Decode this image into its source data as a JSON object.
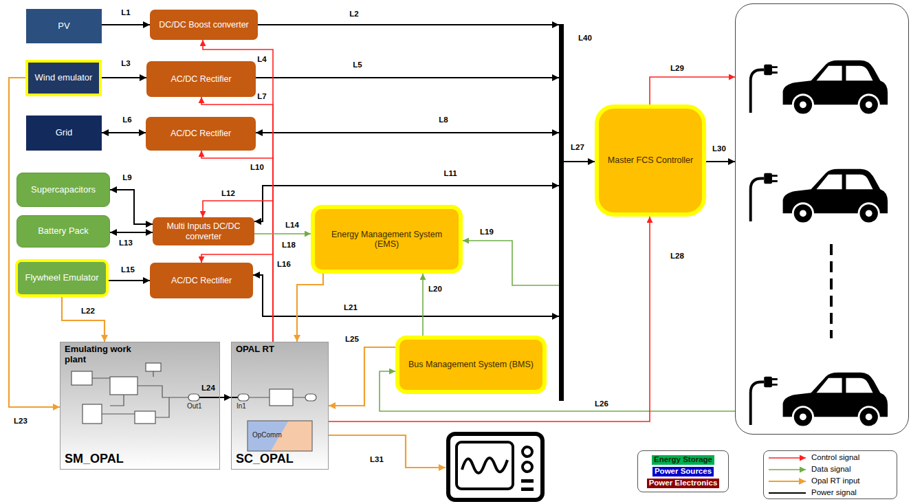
{
  "diagram": {
    "nodes": [
      {
        "text": [
          "PV"
        ]
      },
      {
        "text": [
          "DC/DC Boost converter"
        ]
      },
      {
        "text": [
          "Wind emulator"
        ]
      },
      {
        "text": [
          "AC/DC Rectifier"
        ]
      },
      {
        "text": [
          "Grid"
        ]
      },
      {
        "text": [
          "AC/DC Rectifier"
        ]
      },
      {
        "text": [
          "Supercapacitors"
        ]
      },
      {
        "text": [
          "Battery Pack"
        ]
      },
      {
        "text": [
          "Multi Inputs DC/DC converter"
        ]
      },
      {
        "text": [
          "Flywheel Emulator"
        ]
      },
      {
        "text": [
          "AC/DC Rectifier"
        ]
      },
      {
        "text": [
          "L40"
        ]
      },
      {
        "text": [
          "Energy Management System (EMS)"
        ]
      },
      {
        "text": [
          "Master FCS Controller"
        ]
      },
      {
        "text": [
          "Bus Management System (BMS)"
        ]
      },
      {
        "text": [
          "Emulating work plant",
          "SM_OPAL"
        ]
      },
      {
        "text": [
          "OPAL RT",
          "SC_OPAL"
        ]
      },
      {
        "text": []
      },
      {
        "text": []
      }
    ],
    "edges": [
      {
        "from": 0,
        "to": 1,
        "label": "L1",
        "arrow": "to"
      },
      {
        "from": 1,
        "to": 11,
        "label": "L2",
        "arrow": "to"
      },
      {
        "from": 2,
        "to": 3,
        "label": "L3",
        "arrow": "to"
      },
      {
        "from": 3,
        "to": 11,
        "label": "L5",
        "arrow": "to"
      },
      {
        "from": 4,
        "to": 5,
        "label": "L6",
        "arrow": "both"
      },
      {
        "from": 5,
        "to": 11,
        "label": "L8",
        "arrow": "both"
      },
      {
        "from": 6,
        "to": 8,
        "label": "L9",
        "arrow": "both"
      },
      {
        "from": 7,
        "to": 8,
        "label": "L13",
        "arrow": "both"
      },
      {
        "from": 8,
        "to": 11,
        "label": "L11",
        "arrow": "both"
      },
      {
        "from": 9,
        "to": 10,
        "label": "L15",
        "arrow": "to"
      },
      {
        "from": 10,
        "to": 11,
        "label": "L21",
        "arrow": "both"
      },
      {
        "from": 16,
        "to": 1,
        "label": "L4",
        "arrow": "to"
      },
      {
        "from": 16,
        "to": 3,
        "label": "L7",
        "arrow": "to"
      },
      {
        "from": 16,
        "to": 5,
        "label": "L10",
        "arrow": "to"
      },
      {
        "from": 16,
        "to": 8,
        "label": "L12",
        "arrow": "to"
      },
      {
        "from": 16,
        "to": 10,
        "label": "L16",
        "arrow": "to"
      },
      {
        "from": 8,
        "to": 12,
        "label": "L14",
        "arrow": "to"
      },
      {
        "from": 12,
        "to": 16,
        "label": "L18",
        "arrow": "to"
      },
      {
        "from": 11,
        "to": 12,
        "label": "L19",
        "arrow": "to"
      },
      {
        "from": 14,
        "to": 12,
        "label": "L20",
        "arrow": "to"
      },
      {
        "from": 14,
        "to": 16,
        "label": "L25",
        "arrow": "to"
      },
      {
        "from": 17,
        "to": 14,
        "label": "L26",
        "arrow": "to"
      },
      {
        "from": 16,
        "to": 13,
        "label": "L28",
        "arrow": "to"
      },
      {
        "from": 11,
        "to": 13,
        "label": "L27",
        "arrow": "to"
      },
      {
        "from": 13,
        "to": 17,
        "label": "L29",
        "arrow": "to"
      },
      {
        "from": 13,
        "to": 17,
        "label": "L30",
        "arrow": "to"
      },
      {
        "from": 9,
        "to": 15,
        "label": "L22",
        "arrow": "to"
      },
      {
        "from": 2,
        "to": 15,
        "label": "L23",
        "arrow": "to"
      },
      {
        "from": 15,
        "to": 16,
        "label": "L24",
        "arrow": "to"
      },
      {
        "from": 16,
        "to": 18,
        "label": "L31",
        "arrow": "to"
      }
    ],
    "labels": [
      "Out1",
      "In1",
      "OpComm"
    ],
    "legend": [
      {
        "text": "Energy Storage",
        "color": "#00b050"
      },
      {
        "text": "Power Sources",
        "color": "#0000cc"
      },
      {
        "text": "Power Electronics",
        "color": "#8b0000"
      },
      {
        "text": "Control signal"
      },
      {
        "text": "Data signal"
      },
      {
        "text": "Opal RT input"
      },
      {
        "text": "Power signal"
      }
    ]
  }
}
